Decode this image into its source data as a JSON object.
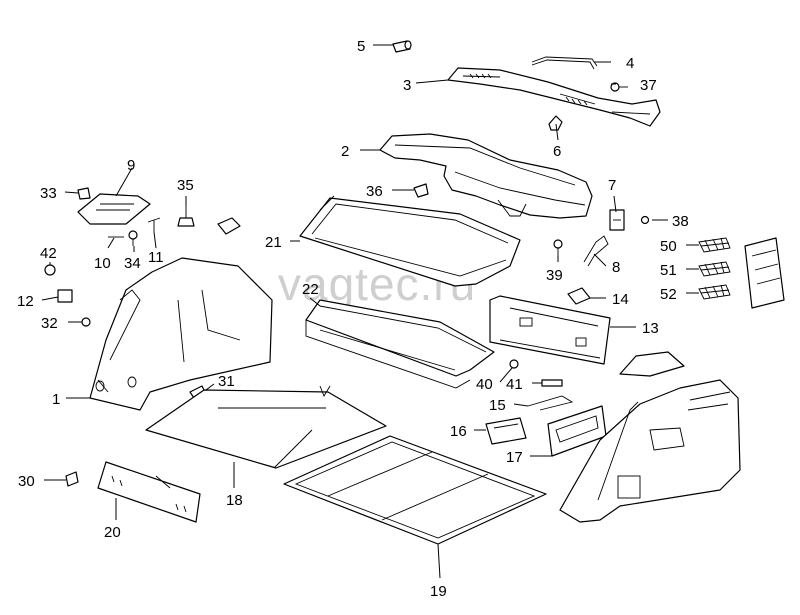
{
  "watermark": "vagtec.ru",
  "callouts": {
    "c1": "1",
    "c2": "2",
    "c3": "3",
    "c4": "4",
    "c5": "5",
    "c6": "6",
    "c7": "7",
    "c8": "8",
    "c9": "9",
    "c10": "10",
    "c11": "11",
    "c12": "12",
    "c13": "13",
    "c14": "14",
    "c15": "15",
    "c16": "16",
    "c17": "17",
    "c18": "18",
    "c19": "19",
    "c20": "20",
    "c21": "21",
    "c22": "22",
    "c30": "30",
    "c31": "31",
    "c32": "32",
    "c33": "33",
    "c34": "34",
    "c35": "35",
    "c36": "36",
    "c37": "37",
    "c38": "38",
    "c39": "39",
    "c40": "40",
    "c41": "41",
    "c42": "42",
    "c50": "50",
    "c51": "51",
    "c52": "52"
  }
}
